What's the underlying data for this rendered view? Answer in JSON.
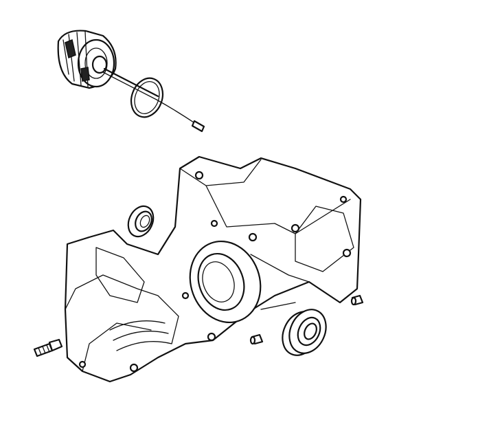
{
  "diagram": {
    "style": "exploded parts line drawing",
    "colors": {
      "line": "#111111",
      "background": "#ffffff"
    },
    "parts": [
      "oil-pump",
      "o-ring",
      "pump-cable",
      "crankcase",
      "oil-seal-left",
      "ball-bearing",
      "dowel-pin-1",
      "dowel-pin-2",
      "screw"
    ]
  }
}
